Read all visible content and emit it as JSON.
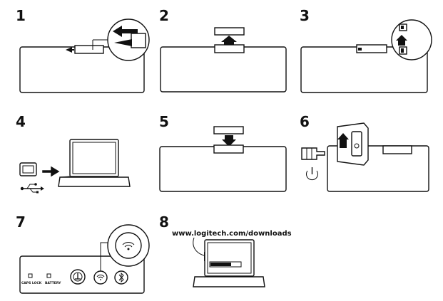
{
  "steps": [
    {
      "number": "1"
    },
    {
      "number": "2"
    },
    {
      "number": "3"
    },
    {
      "number": "4"
    },
    {
      "number": "5"
    },
    {
      "number": "6"
    },
    {
      "number": "7"
    },
    {
      "number": "8"
    }
  ],
  "indicators": {
    "caps_lock": "CAPS LOCK",
    "battery": "BATTERY"
  },
  "download_url": "www.logitech.com/downloads",
  "icons": [
    "arrow-left-icon",
    "arrow-up-icon",
    "arrow-down-icon",
    "arrow-right-icon",
    "usb-symbol-icon",
    "power-icon",
    "wifi-icon",
    "bluetooth-icon",
    "connect-button-icon",
    "hand-pointing-icon"
  ]
}
